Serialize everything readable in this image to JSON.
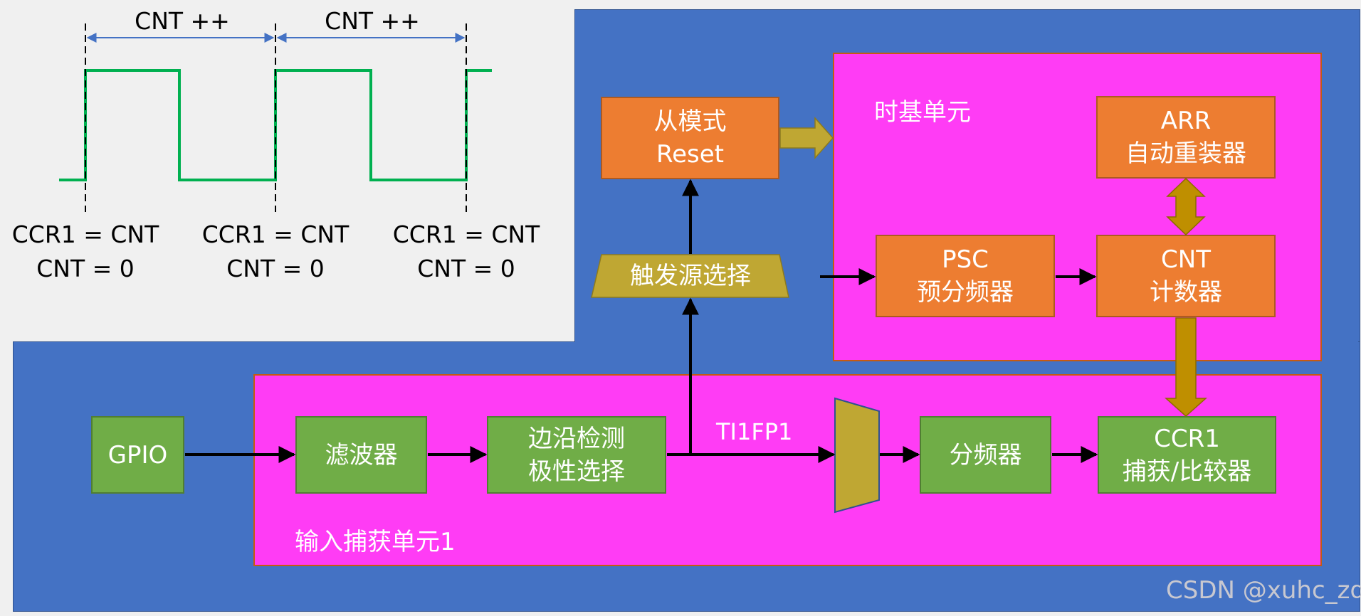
{
  "colors": {
    "background": "#f0f0f0",
    "blue_panel": "#4472c4",
    "region": "#ff3cf5",
    "orange_block": "#ed7d31",
    "green_block": "#70ad47",
    "gold": "#bfa733",
    "dark_gold": "#bf8f00",
    "signal_green": "#00b050",
    "arrow": "#000000",
    "dim_arrow": "#4472c4"
  },
  "timing": {
    "cnt_labels": [
      "CNT ++",
      "CNT ++"
    ],
    "captures": [
      {
        "line1": "CCR1 = CNT",
        "line2": "CNT = 0"
      },
      {
        "line1": "CCR1 = CNT",
        "line2": "CNT = 0"
      },
      {
        "line1": "CCR1 = CNT",
        "line2": "CNT = 0"
      }
    ]
  },
  "regions": {
    "time_base": "时基单元",
    "input_capture": "输入捕获单元1"
  },
  "blocks": {
    "slave": {
      "line1": "从模式",
      "line2": "Reset"
    },
    "arr": {
      "line1": "ARR",
      "line2": "自动重装器"
    },
    "psc": {
      "line1": "PSC",
      "line2": "预分频器"
    },
    "cnt": {
      "line1": "CNT",
      "line2": "计数器"
    },
    "trigger": "触发源选择",
    "gpio": "GPIO",
    "filter": "滤波器",
    "edge": {
      "line1": "边沿检测",
      "line2": "极性选择"
    },
    "divider": "分频器",
    "ccr1": {
      "line1": "CCR1",
      "line2": "捕获/比较器"
    }
  },
  "signals": {
    "ti1fp1": "TI1FP1"
  },
  "watermark": "CSDN @xuhc_zd"
}
